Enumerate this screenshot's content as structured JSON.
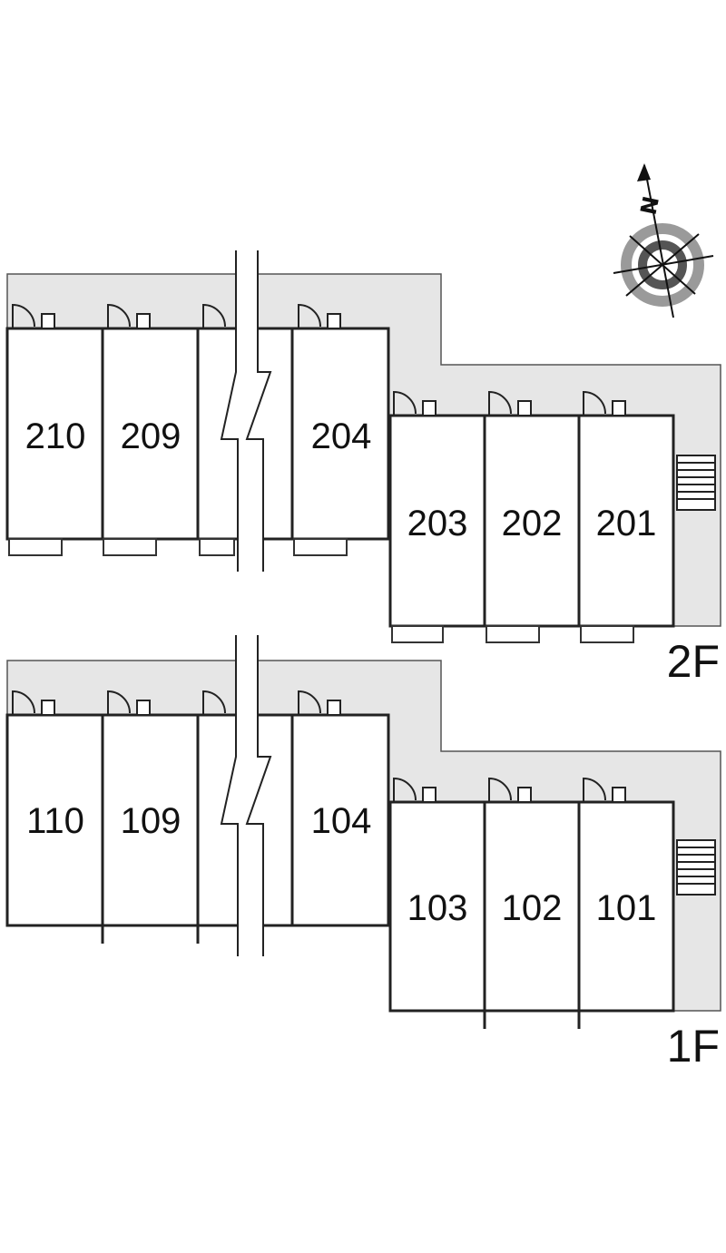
{
  "colors": {
    "corridor": "#e6e6e6",
    "wall": "#222222",
    "background": "#ffffff",
    "compass_ring": "#888888"
  },
  "compass": {
    "label": "N",
    "icon": "compass-icon"
  },
  "floors": [
    {
      "id": "2F",
      "label": "2F",
      "units": [
        {
          "id": "210",
          "label": "210"
        },
        {
          "id": "209",
          "label": "209"
        },
        {
          "id": "204",
          "label": "204"
        },
        {
          "id": "203",
          "label": "203"
        },
        {
          "id": "202",
          "label": "202"
        },
        {
          "id": "201",
          "label": "201"
        }
      ]
    },
    {
      "id": "1F",
      "label": "1F",
      "units": [
        {
          "id": "110",
          "label": "110"
        },
        {
          "id": "109",
          "label": "109"
        },
        {
          "id": "104",
          "label": "104"
        },
        {
          "id": "103",
          "label": "103"
        },
        {
          "id": "102",
          "label": "102"
        },
        {
          "id": "101",
          "label": "101"
        }
      ]
    }
  ]
}
